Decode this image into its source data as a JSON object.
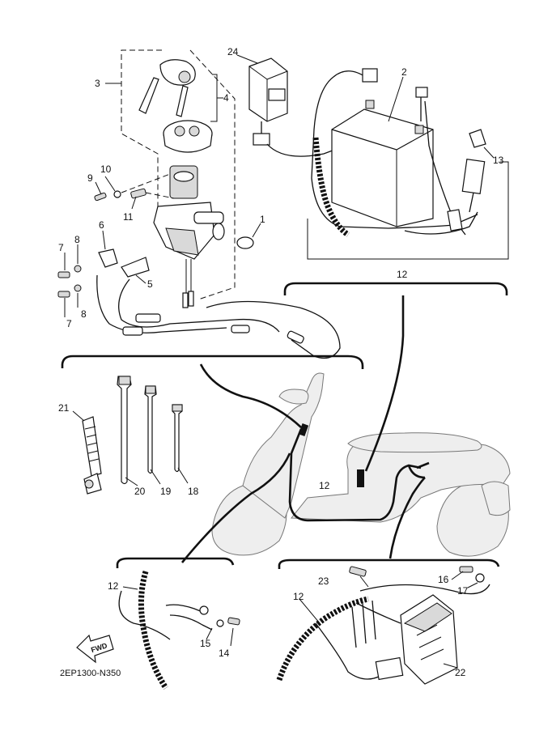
{
  "labels": {
    "p1": "1",
    "p2": "2",
    "p3": "3",
    "p4": "4",
    "p5": "5",
    "p6": "6",
    "p7a": "7",
    "p7b": "7",
    "p8a": "8",
    "p8b": "8",
    "p9": "9",
    "p10": "10",
    "p11": "11",
    "p12a": "12",
    "p12b": "12",
    "p12c": "12",
    "p12d": "12",
    "p13": "13",
    "p14": "14",
    "p15": "15",
    "p16": "16",
    "p17": "17",
    "p18": "18",
    "p19": "19",
    "p20": "20",
    "p21": "21",
    "p22": "22",
    "p23": "23",
    "p24": "24"
  },
  "fwd_label": "FWD",
  "diagram_code": "2EP1300-N350"
}
